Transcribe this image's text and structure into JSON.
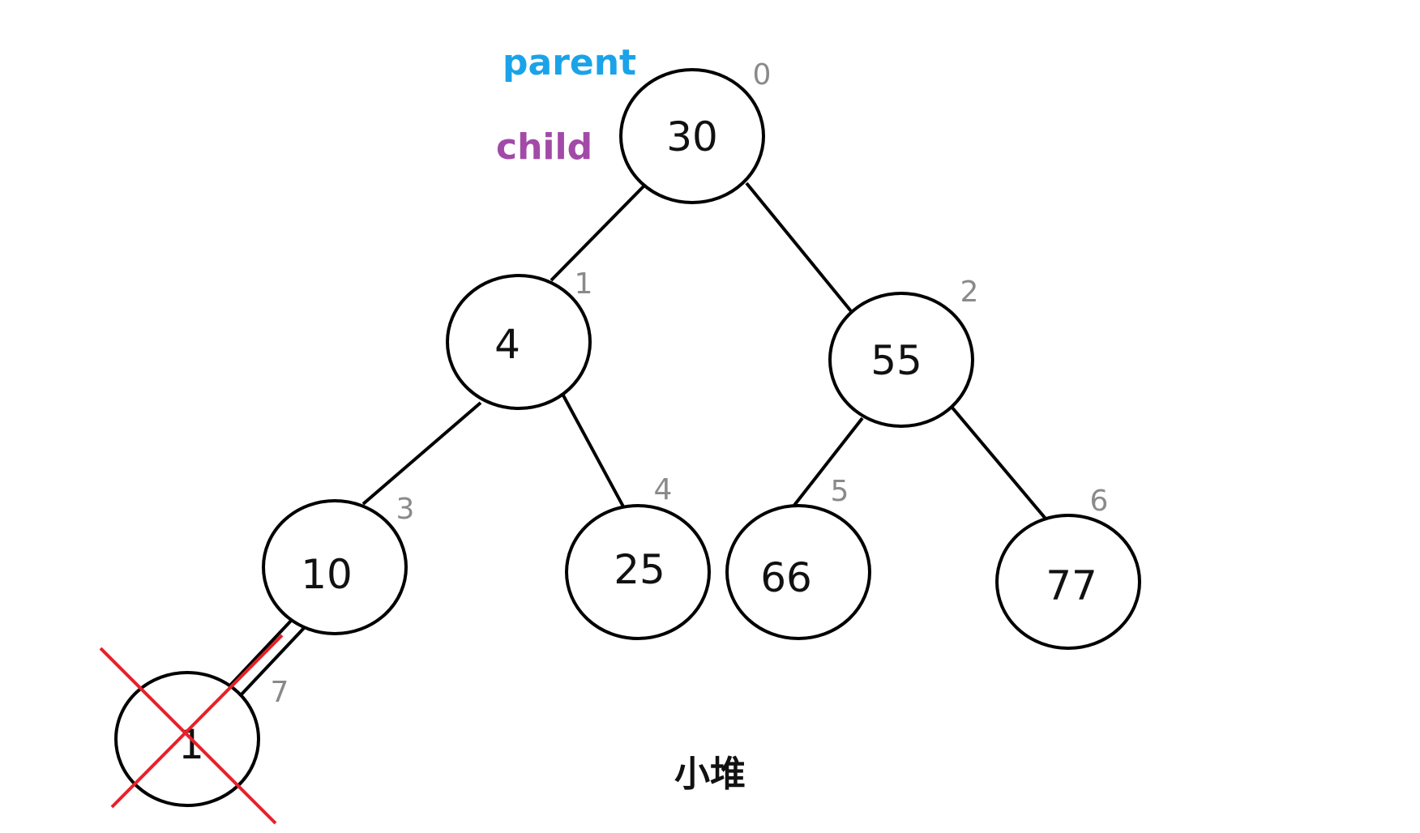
{
  "diagram": {
    "caption": "小堆",
    "pointers": {
      "parent": {
        "text": "parent",
        "color": "#1aa3e8"
      },
      "child": {
        "text": "child",
        "color": "#a24aa8"
      }
    },
    "nodes": [
      {
        "index": "0",
        "value": "30"
      },
      {
        "index": "1",
        "value": "4"
      },
      {
        "index": "2",
        "value": "55"
      },
      {
        "index": "3",
        "value": "10"
      },
      {
        "index": "4",
        "value": "25"
      },
      {
        "index": "5",
        "value": "66"
      },
      {
        "index": "6",
        "value": "77"
      },
      {
        "index": "7",
        "value": "1",
        "crossed_out": true
      }
    ],
    "edges": [
      [
        "0",
        "1"
      ],
      [
        "0",
        "2"
      ],
      [
        "1",
        "3"
      ],
      [
        "1",
        "4"
      ],
      [
        "2",
        "5"
      ],
      [
        "2",
        "6"
      ],
      [
        "3",
        "7"
      ]
    ],
    "cross_color": "#e8202a"
  }
}
